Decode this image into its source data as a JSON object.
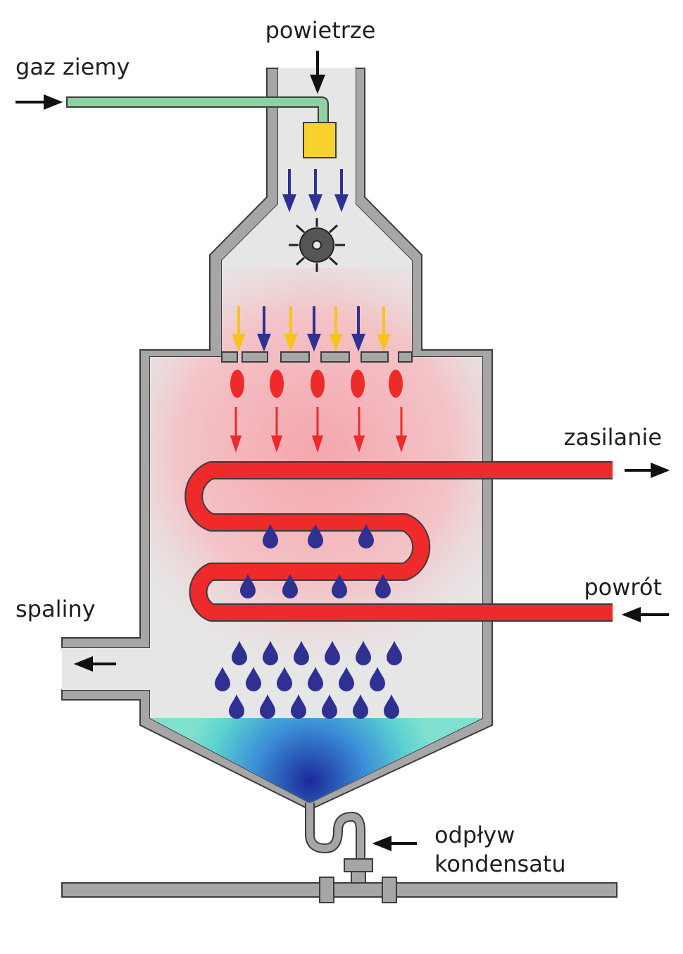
{
  "labels": {
    "air": "powietrze",
    "natural_gas": "gaz ziemy",
    "supply": "zasilanie",
    "return": "powrót",
    "flue_gas": "spaliny",
    "condensate_line1": "odpływ",
    "condensate_line2": "kondensatu"
  },
  "colors": {
    "wall": "#a6a6a6",
    "wall_outline": "#3c3c3c",
    "interior": "#e6e6e6",
    "gas_pipe": "#8fd0a2",
    "burner": "#f7d12c",
    "heat_exchanger": "#ee2a2a",
    "flame": "#ee2a2a",
    "air_arrow": "#2e3192",
    "gas_arrow": "#f7c41e",
    "droplet": "#2e3192",
    "condensate": "#2ec0c9",
    "arrow": "#111111"
  }
}
